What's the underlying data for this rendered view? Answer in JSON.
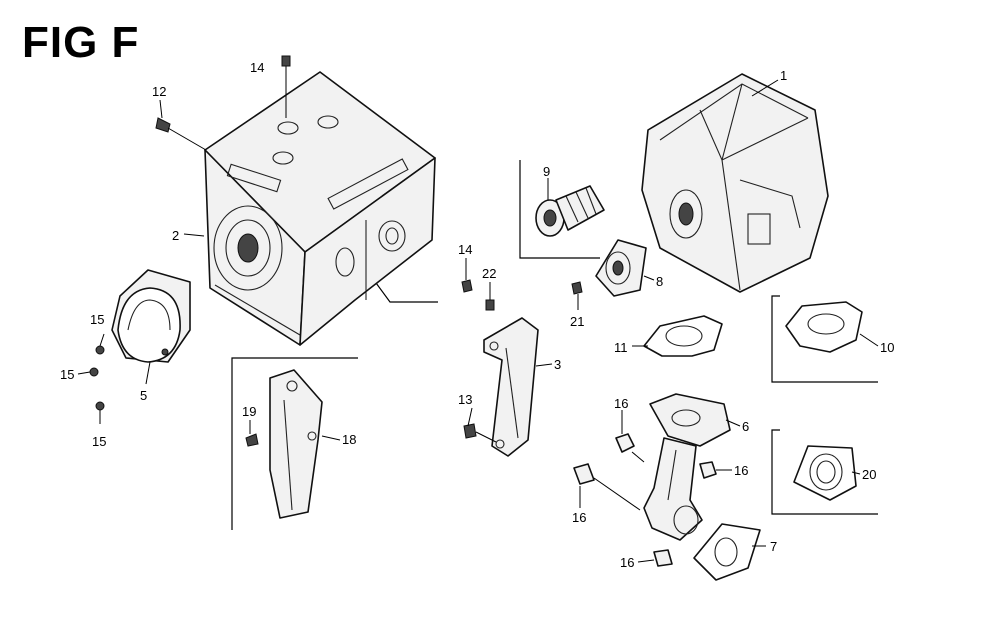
{
  "title": "FIG F",
  "callouts": [
    {
      "id": "p1",
      "label": "1"
    },
    {
      "id": "p2",
      "label": "2"
    },
    {
      "id": "p3",
      "label": "3"
    },
    {
      "id": "p5",
      "label": "5"
    },
    {
      "id": "p6",
      "label": "6"
    },
    {
      "id": "p7",
      "label": "7"
    },
    {
      "id": "p8",
      "label": "8"
    },
    {
      "id": "p9",
      "label": "9"
    },
    {
      "id": "p10",
      "label": "10"
    },
    {
      "id": "p11",
      "label": "11"
    },
    {
      "id": "p12",
      "label": "12"
    },
    {
      "id": "p13",
      "label": "13"
    },
    {
      "id": "p14a",
      "label": "14"
    },
    {
      "id": "p14b",
      "label": "14"
    },
    {
      "id": "p15a",
      "label": "15"
    },
    {
      "id": "p15b",
      "label": "15"
    },
    {
      "id": "p15c",
      "label": "15"
    },
    {
      "id": "p16a",
      "label": "16"
    },
    {
      "id": "p16b",
      "label": "16"
    },
    {
      "id": "p16c",
      "label": "16"
    },
    {
      "id": "p16d",
      "label": "16"
    },
    {
      "id": "p18",
      "label": "18"
    },
    {
      "id": "p19",
      "label": "19"
    },
    {
      "id": "p20",
      "label": "20"
    },
    {
      "id": "p21",
      "label": "21"
    },
    {
      "id": "p22",
      "label": "22"
    }
  ]
}
